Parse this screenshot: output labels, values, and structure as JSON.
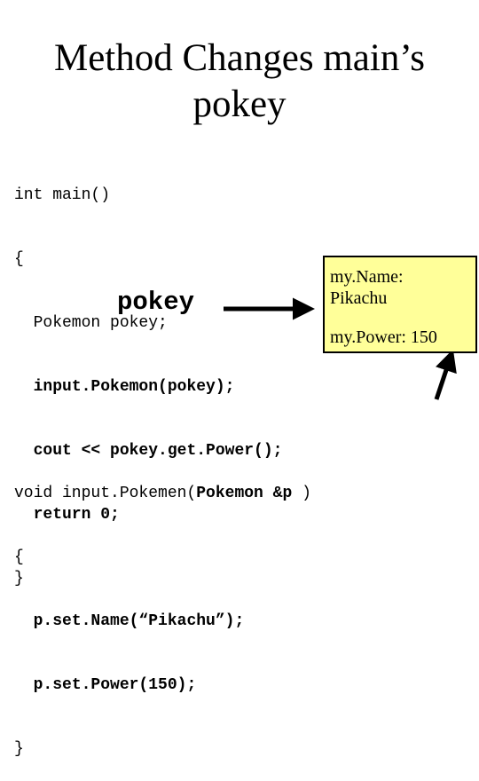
{
  "title": {
    "line1": "Method Changes main’s",
    "line2": "pokey"
  },
  "main_code": {
    "l1": "int main()",
    "l2": "{",
    "l3a": "  Pokemon pokey;",
    "l4a": "  ",
    "l4b": "input.Pokemon(pokey);",
    "l5a": "  ",
    "l5b": "cout << pokey.get.Power();",
    "l6a": "  ",
    "l6b": "return 0;",
    "l7": "}"
  },
  "pokey_label": "pokey",
  "object": {
    "name_label": "my.Name:",
    "name_value": "Pikachu",
    "power_label": "my.Power: 150"
  },
  "fn_code": {
    "l1a": "void input.Pokemen(",
    "l1b": "Pokemon &p",
    "l1c": " )",
    "l2": "{",
    "l3a": "  ",
    "l3b": "p.set.Name(“Pikachu”);",
    "l4a": "  ",
    "l4b": "p.set.Power(150);",
    "l5": "}"
  }
}
